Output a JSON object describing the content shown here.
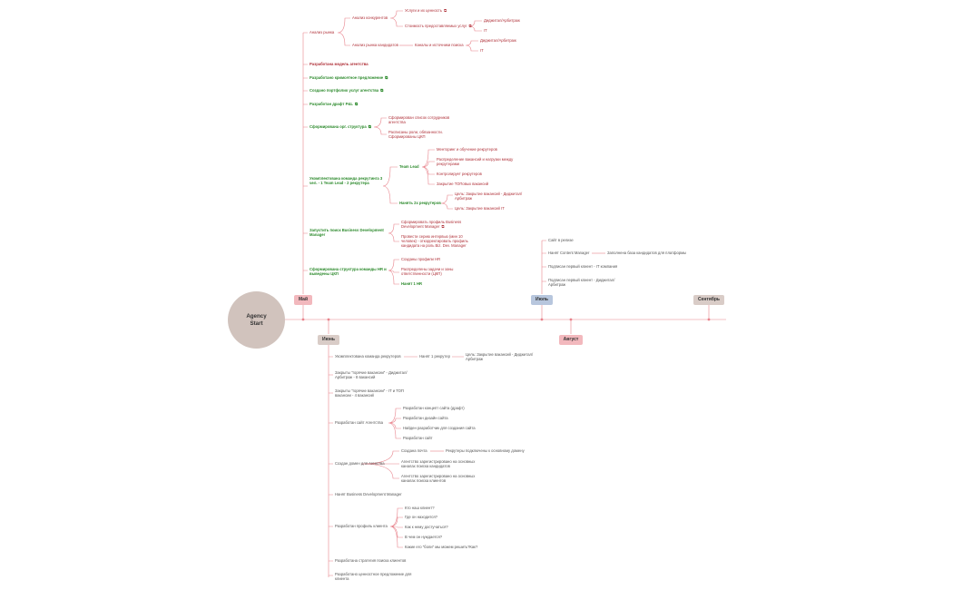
{
  "root": {
    "line1": "Agency",
    "line2": "Start"
  },
  "months": {
    "may": "Май",
    "jun": "Июнь",
    "jul": "Июль",
    "aug": "Август",
    "sep": "Сентябрь"
  },
  "may": {
    "analysis": "Анализ рынка",
    "competitors": "Анализ конкурентов",
    "services": "Услуги и их ценность",
    "cost": "Стоимость предоставляемых услуг",
    "cost_dir": "Диджитал/Арбитраж",
    "cost_it": "IT",
    "candidates_market": "Анализ рынка кандидатов",
    "channels": "Каналы и источники поиска",
    "ch_dir": "Диджитал/Арбитраж",
    "ch_it": "IT",
    "model": "Разработана модель агентства",
    "offer": "Разработано кримсетное предложение",
    "portfolio": "Создано портфолио услуг агентства",
    "pnl": "Разработан драфт P&L",
    "org": "Сформирована орг. структура",
    "org_staff": "Сформирован список сотрудников агентства",
    "org_roles": "Расписаны роли, обязанности. Сформированы ЦКП",
    "team": "Укомплектована команда рекрутинга 3 чел. - 1 Team Lead - 2 рекрутера",
    "teamlead": "Team Lead",
    "tl_mentoring": "Менторинг и обучение рекрутеров",
    "tl_distribution": "Распределение вакансий и нагрузки между рекрутерами",
    "tl_control": "Контролирует рекрутеров",
    "tl_top": "Закрытие ТОПовых вакансий",
    "hire2": "Нанять 2х рекрутеров",
    "goal_dir": "Цель: Закрытие вакансий - Диджитал/ Арбитраж",
    "goal_it": "Цель: Закрытие вакансий IT",
    "bdm": "Запустить поиск Business Development Manager",
    "bdm_profile": "Сформировать профиль Business Development Manager",
    "bdm_interviews": "Провести серию интервью (мин 10 человек) - откорректировать профиль кандидата на роль Biz. Dev. Manager",
    "hr": "Сформирована структура команды HR и выведены ЦКП",
    "hr_profiles": "Созданы профили HR",
    "hr_tasks": "Распределены задачи и зоны ответственности (ЦКП)",
    "hr_hire": "Нанят 1 HR"
  },
  "jul": {
    "site": "Сайт в релизе",
    "content": "Нанят Content Manager",
    "base": "Заполнена база кандидатов для платформы",
    "client_it": "Подписан первый клиент - IT компания",
    "client_dir": "Подписан первый клиент - Диджитал/ Арбитраж"
  },
  "jun": {
    "team": "Укомплектована команда рекрутеров",
    "hired": "Нанят 1 рекрутер",
    "hired_goal": "Цель: Закрытие вакансий - Диджитал/ Арбитраж",
    "hot_dir": "Закрыты \"горячие вакансии\" - Диджитал/ Арбитраж - 8 вакансий",
    "hot_it": "Закрыты \"горячие вакансии\" - IT и ТОП вакансии - 4 вакансий",
    "site": "Разработан сайт Агентства",
    "site_concept": "Разработан концепт сайта (драфт)",
    "site_design": "Разработан дизайн сайта",
    "site_dev": "Найден разработчик для создания сайта",
    "site_done": "Разработан сайт",
    "domain": "Создан домен для Агенства",
    "mail": "Создана почта",
    "mail_note": "Рекрутеры подключены к основному домену",
    "reg1": "Агентство зарегистрировано на основных каналах поиска кандидатов",
    "reg2": "Агентство зарегистрировано на основных каналах поиска клиентов",
    "bdm": "Нанят Business Development Manager",
    "profile": "Разработан профиль клиента",
    "q1": "Кто наш клиент?",
    "q2": "Где он находится?",
    "q3": "Как к нему достучаться?",
    "q4": "В чем он нуждается?",
    "q5": "Какие его \"боли\" мы можем решить?Как?",
    "strategy": "Разработана стратегия поиска клиентов",
    "value": "Разработано ценностное предложение для клиента"
  },
  "colors": {
    "accent": "#e8838c",
    "node_red": "#b0323a",
    "node_green": "#2e8b2e",
    "gray": "#555555"
  }
}
